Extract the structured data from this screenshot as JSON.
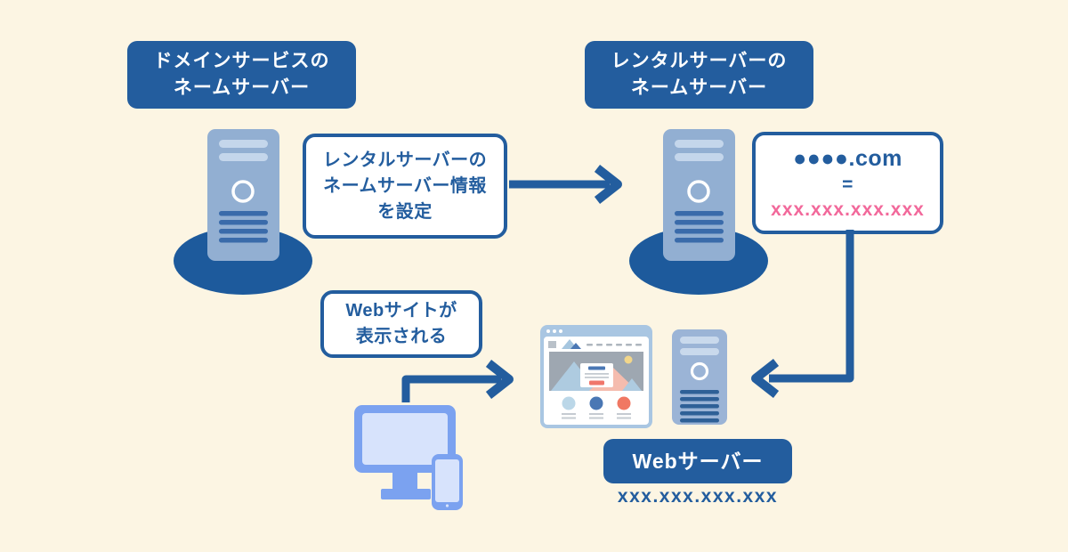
{
  "diagram": {
    "title": "domain-nameserver-to-webserver-flow",
    "colors": {
      "background": "#FCF5E3",
      "primary_blue": "#235D9E",
      "pink": "#F2699B",
      "server_body": "#92AFD2",
      "server_shadow": "#1D5A9C",
      "device_frame": "#7BA2F0",
      "device_screen": "#D7E3FC",
      "browser_frame": "#A9C6E2",
      "hero_gray": "#9EA7B1",
      "salmon": "#F0766B",
      "sun_yellow": "#F2D68A"
    },
    "nodes": {
      "domain_ns_label": {
        "line1": "ドメインサービスの",
        "line2": "ネームサーバー"
      },
      "rental_ns_label": {
        "line1": "レンタルサーバーの",
        "line2": "ネームサーバー"
      },
      "set_ns_callout": {
        "line1": "レンタルサーバーの",
        "line2": "ネームサーバー情報",
        "line3": "を設定"
      },
      "domain_ip_callout": {
        "domain": "●●●●.com",
        "equals": "=",
        "ip": "xxx.xxx.xxx.xxx"
      },
      "web_display_callout": {
        "line1": "Webサイトが",
        "line2": "表示される"
      },
      "web_server_label": {
        "text": "Webサーバー"
      },
      "web_server_ip": {
        "text": "xxx.xxx.xxx.xxx"
      }
    },
    "icons": {
      "domain_name_server": "server-tower-icon",
      "rental_name_server": "server-tower-icon",
      "web_server": "server-tower-icon",
      "browser": "browser-window-icon",
      "devices": "desktop-and-smartphone-icon"
    }
  }
}
